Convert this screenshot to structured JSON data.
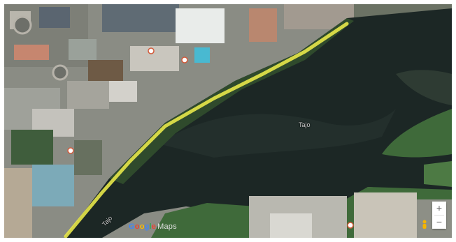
{
  "map": {
    "river_labels": {
      "main": "Tajo",
      "lower": "Tajo"
    },
    "logo": {
      "letters": [
        "G",
        "o",
        "o",
        "g",
        "l",
        "e"
      ],
      "suffix": "Maps"
    },
    "attribution": "",
    "zoom": {
      "in_label": "+",
      "out_label": "−"
    },
    "route_color": "#e8e84a",
    "water_color": "#1c2725",
    "vegetation_color": "#3f6a3a",
    "icons": [
      "poi-pin-icon",
      "pegman-icon"
    ]
  }
}
